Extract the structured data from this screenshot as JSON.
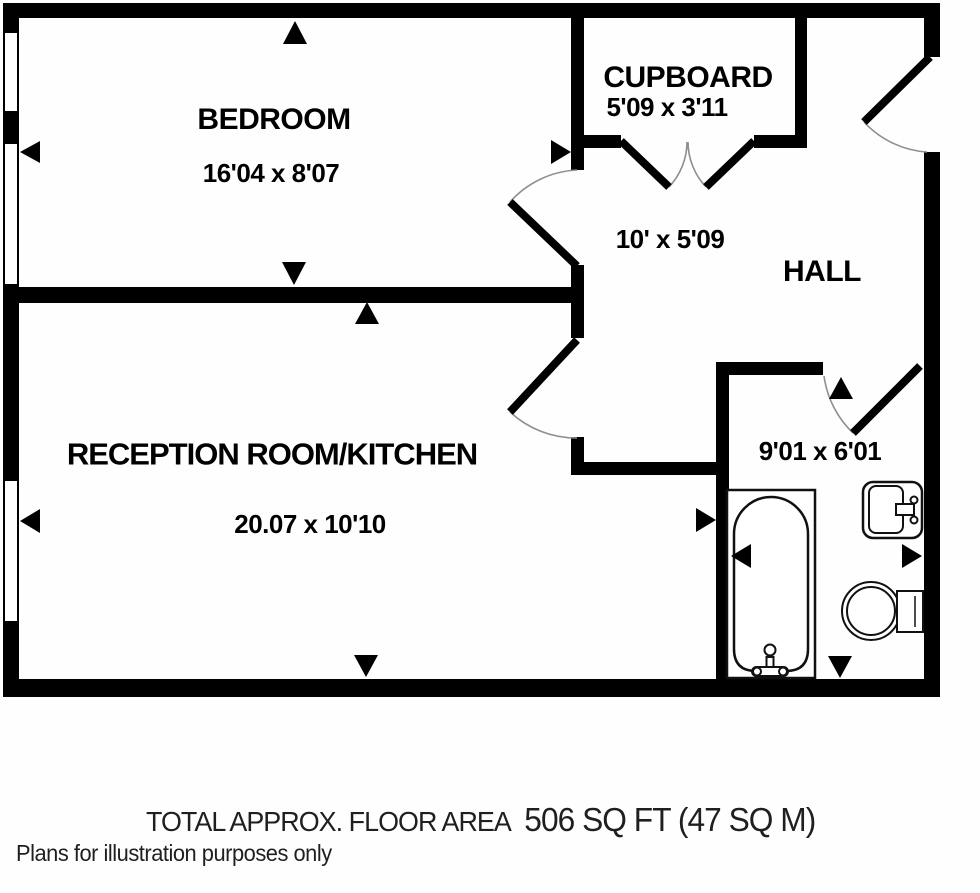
{
  "plan": {
    "rooms": [
      {
        "name": "BEDROOM",
        "dimensions": "16'04 x 8'07"
      },
      {
        "name": "CUPBOARD",
        "dimensions": "5'09 x 3'11"
      },
      {
        "name": "HALL",
        "dimensions": "10' x 5'09"
      },
      {
        "name": "RECEPTION ROOM/KITCHEN",
        "dimensions": "20.07 x 10'10"
      },
      {
        "name": "",
        "dimensions": "9'01 x 6'01"
      }
    ],
    "fixtures": [
      "bathtub",
      "sink",
      "toilet"
    ],
    "window_count": 3,
    "colors": {
      "wall": "#000000",
      "background": "#ffffff",
      "door_arc": "#8f8f8f",
      "fixture_outline": "#111111"
    }
  },
  "footer": {
    "total_label": "TOTAL APPROX. FLOOR AREA",
    "total_value": "506 SQ FT (47 SQ M)",
    "disclaimer": "Plans for illustration purposes only"
  }
}
